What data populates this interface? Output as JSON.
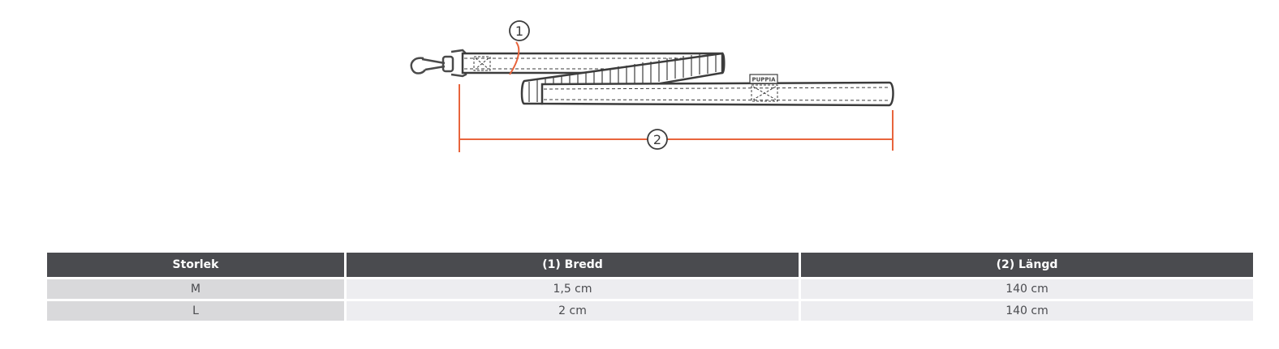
{
  "diagram": {
    "width_marker": "1",
    "length_marker": "2",
    "tag_text": "PUPPIA",
    "accent_color": "#e8643c",
    "line_color": "#4a4a4a",
    "icon": "dog-leash-diagram"
  },
  "table": {
    "headers": [
      "Storlek",
      "(1) Bredd",
      "(2) Längd"
    ],
    "rows": [
      [
        "M",
        "1,5 cm",
        "140 cm"
      ],
      [
        "L",
        "2 cm",
        "140 cm"
      ]
    ],
    "header_bg": "#4a4b4f",
    "size_col_bg": "#d9d9db",
    "cell_bg": "#ededf0"
  }
}
